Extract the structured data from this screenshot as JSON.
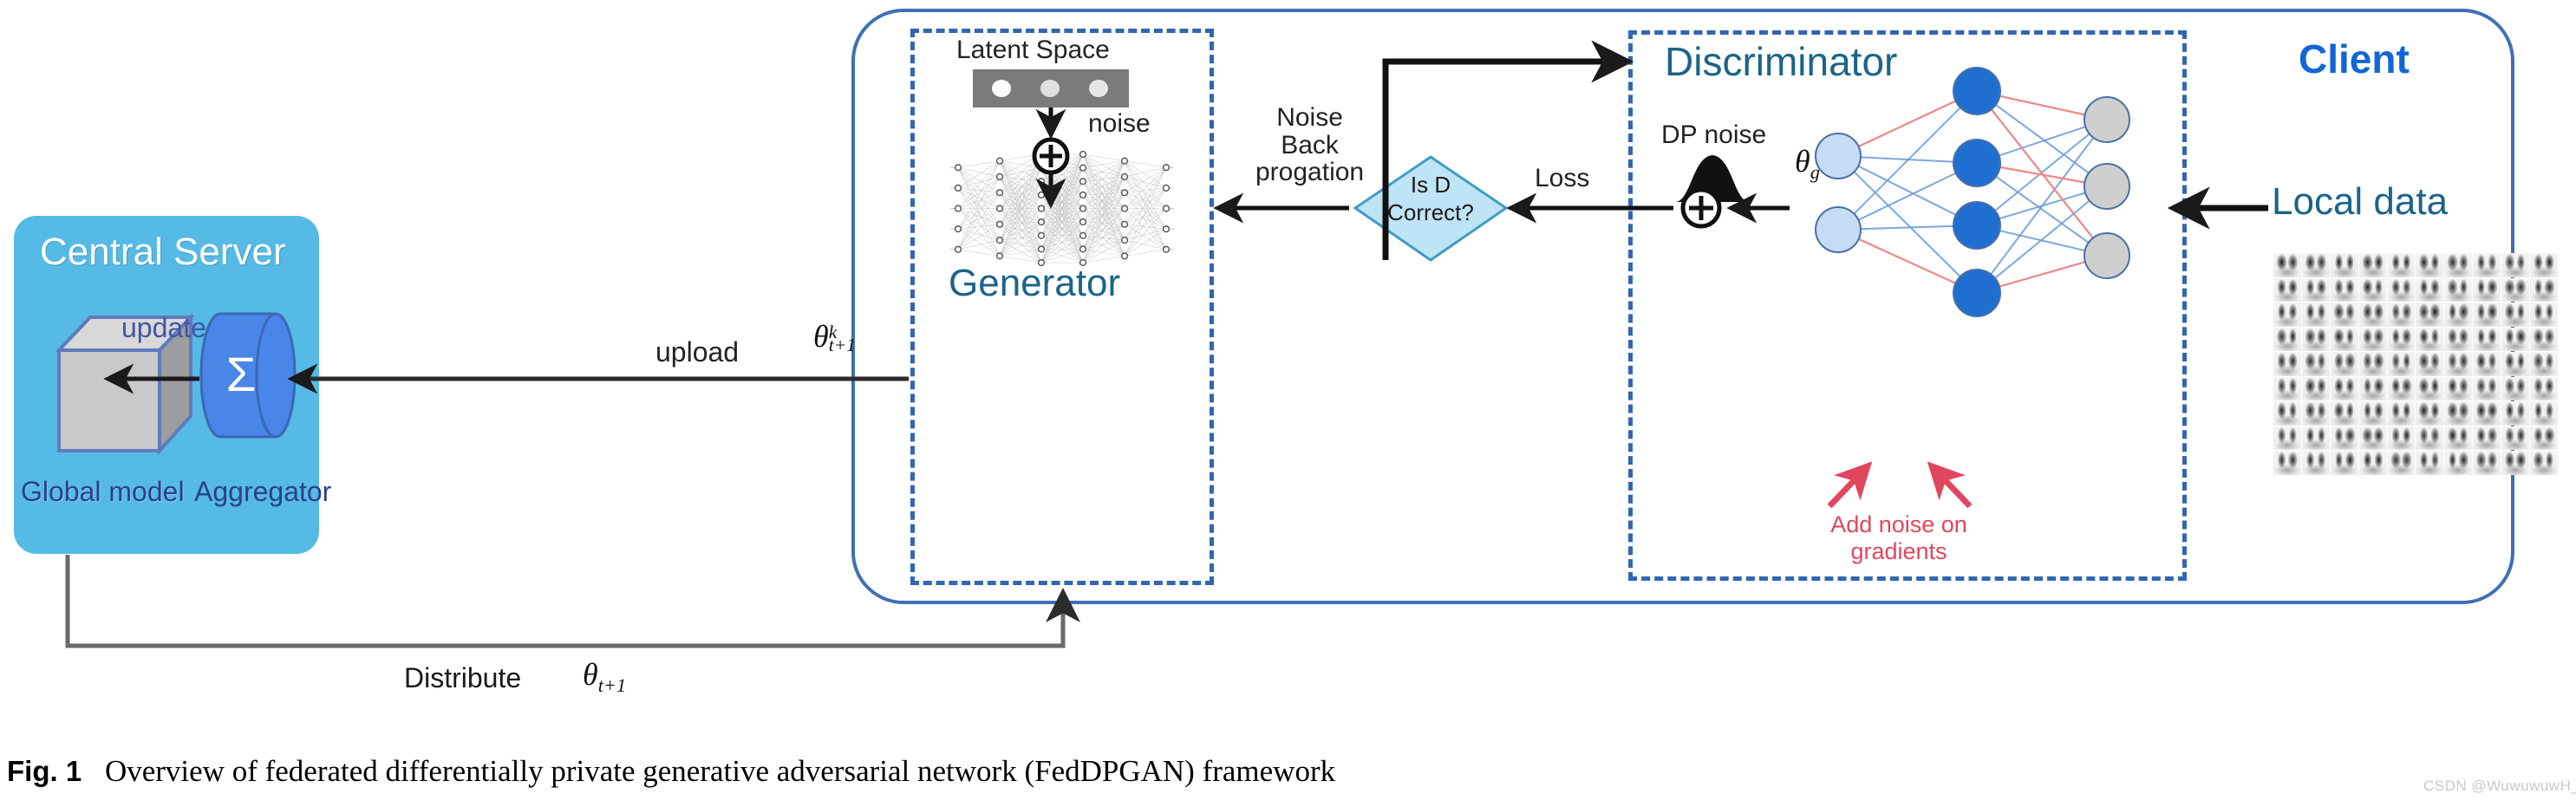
{
  "figure": {
    "caption_prefix": "Fig. 1",
    "caption_text": "Overview of federated differentially private generative adversarial network (FedDPGAN) framework",
    "watermark": "CSDN @WuwuwuwH_"
  },
  "central_server": {
    "title": "Central Server",
    "global_model_label": "Global model",
    "aggregator_label": "Aggregator",
    "aggregator_symbol": "Σ",
    "update_arrow_label": "update",
    "fill_color": "#55bbe6",
    "label_color": "#2b3f8c"
  },
  "client": {
    "title": "Client",
    "title_color": "#1266d6",
    "border_color": "#3f6fb5"
  },
  "generator": {
    "title": "Generator",
    "title_color": "#1c6489",
    "latent_space_label": "Latent Space",
    "latent_dots": 3,
    "noise_label": "noise",
    "plus_symbol": "⊕",
    "border_color": "#3266b0",
    "layer_sizes": [
      5,
      7,
      9,
      9,
      7,
      5
    ]
  },
  "flow": {
    "noise_back_label_line1": "Noise",
    "noise_back_label_line2": "Back",
    "noise_back_label_line3": "progation",
    "decision_line1": "Is D",
    "decision_line2": "Correct?",
    "decision_fill": "#bfe4f5",
    "decision_stroke": "#3f9dc4",
    "loss_label": "Loss",
    "upload_label": "upload",
    "upload_theta": "θ",
    "upload_theta_sup": "k",
    "upload_theta_sub": "t+1",
    "distribute_label": "Distribute",
    "distribute_theta": "θ",
    "distribute_theta_sub": "t+1"
  },
  "discriminator": {
    "title": "Discriminator",
    "title_color": "#1c6489",
    "dp_noise_label": "DP noise",
    "plus_symbol": "⊕",
    "theta_g": "θ",
    "theta_g_sub": "g",
    "add_noise_line1": "Add noise on",
    "add_noise_line2": "gradients",
    "add_noise_color": "#e0475e",
    "border_color": "#3266b0",
    "layer_sizes": [
      2,
      4,
      3
    ],
    "node_colors": [
      "#c5dcf5",
      "#1f6fd0",
      "#cfcfcf"
    ],
    "edge_colors": [
      "#6e9fd8",
      "#ef8a8a"
    ]
  },
  "local_data": {
    "label": "Local  data",
    "label_color": "#1c6489",
    "grid_cols": 10,
    "grid_rows": 9,
    "description": "grid of grayscale chest x-ray thumbnails"
  }
}
